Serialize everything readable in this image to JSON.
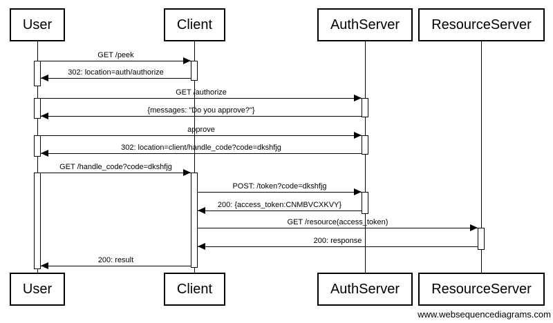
{
  "diagram": {
    "type": "sequence-diagram",
    "participants": [
      {
        "name": "User"
      },
      {
        "name": "Client"
      },
      {
        "name": "AuthServer"
      },
      {
        "name": "ResourceServer"
      }
    ],
    "messages": [
      {
        "label": "GET /peek",
        "from": "User",
        "to": "Client"
      },
      {
        "label": "302: location=auth/authorize",
        "from": "Client",
        "to": "User"
      },
      {
        "label": "GET /authorize",
        "from": "User",
        "to": "AuthServer"
      },
      {
        "label": "{messages: \"Do you approve?\"}",
        "from": "AuthServer",
        "to": "User"
      },
      {
        "label": "approve",
        "from": "User",
        "to": "AuthServer"
      },
      {
        "label": "302: location=client/handle_code?code=dkshfjg",
        "from": "AuthServer",
        "to": "User"
      },
      {
        "label": "GET /handle_code?code=dkshfjg",
        "from": "User",
        "to": "Client"
      },
      {
        "label": "POST: /token?code=dkshfjg",
        "from": "Client",
        "to": "AuthServer"
      },
      {
        "label": "200: {access_token:CNMBVCXKVY}",
        "from": "AuthServer",
        "to": "Client"
      },
      {
        "label": "GET /resource(access_token)",
        "from": "Client",
        "to": "ResourceServer"
      },
      {
        "label": "200: response",
        "from": "ResourceServer",
        "to": "Client"
      },
      {
        "label": "200: result",
        "from": "Client",
        "to": "User"
      }
    ],
    "watermark": "www.websequencediagrams.com",
    "colors": {
      "line": "#000000",
      "background": "#ffffff",
      "text": "#000000"
    }
  }
}
